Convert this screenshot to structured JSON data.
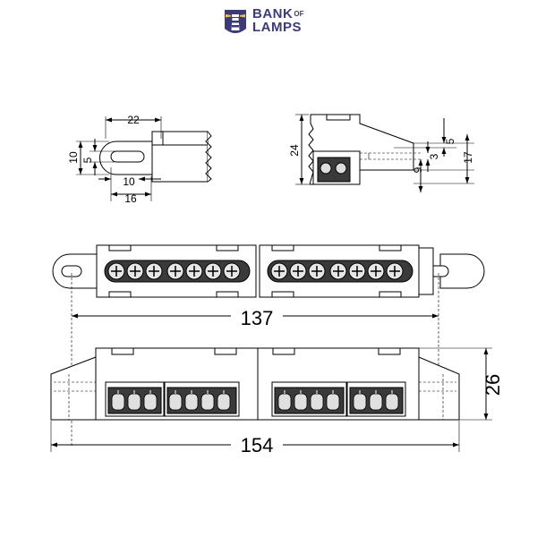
{
  "brand": {
    "name_line1": "BANK",
    "name_of": "OF",
    "name_line2": "LAMPS",
    "color": "#3d3a79"
  },
  "dimensions": {
    "tab_width": "22",
    "tab_height_outer": "10",
    "tab_slot_height": "5",
    "tab_slot_width": "10",
    "tab_length": "16",
    "side_height": "24",
    "side_top_offset": "5",
    "side_slot_a": "3",
    "side_slot_b": "9",
    "side_total": "17",
    "hole_spacing": "137",
    "overall_length": "154",
    "overall_height": "26"
  }
}
